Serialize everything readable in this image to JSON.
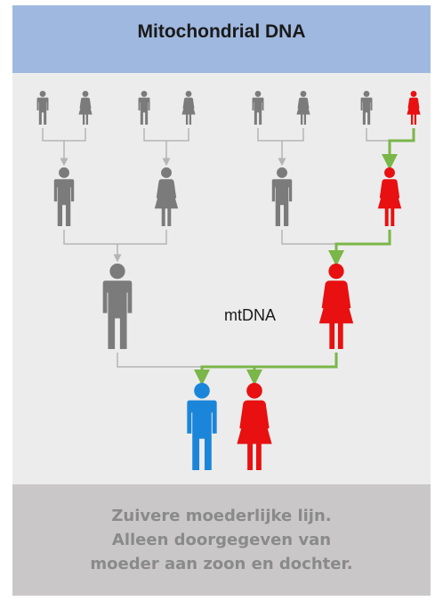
{
  "header": {
    "title": "Mitochondrial DNA"
  },
  "diagram": {
    "center_label": "mtDNA",
    "colors": {
      "inactive": "#7b7b7b",
      "maternal": "#e81010",
      "son": "#1b86d9",
      "lineage_line": "#7ab648",
      "connector": "#b5b5b5"
    },
    "nodes": [
      {
        "id": "g1-m1",
        "sex": "male",
        "highlight": "none"
      },
      {
        "id": "g1-f1",
        "sex": "female",
        "highlight": "none"
      },
      {
        "id": "g1-m2",
        "sex": "male",
        "highlight": "none"
      },
      {
        "id": "g1-f2",
        "sex": "female",
        "highlight": "none"
      },
      {
        "id": "g1-m3",
        "sex": "male",
        "highlight": "none"
      },
      {
        "id": "g1-f3",
        "sex": "female",
        "highlight": "none"
      },
      {
        "id": "g1-m4",
        "sex": "male",
        "highlight": "none"
      },
      {
        "id": "g1-f4",
        "sex": "female",
        "highlight": "maternal"
      },
      {
        "id": "g2-m1",
        "sex": "male",
        "highlight": "none"
      },
      {
        "id": "g2-f1",
        "sex": "female",
        "highlight": "none"
      },
      {
        "id": "g2-m2",
        "sex": "male",
        "highlight": "none"
      },
      {
        "id": "g2-f2",
        "sex": "female",
        "highlight": "maternal"
      },
      {
        "id": "g3-m",
        "sex": "male",
        "highlight": "none"
      },
      {
        "id": "g3-f",
        "sex": "female",
        "highlight": "maternal"
      },
      {
        "id": "g4-son",
        "sex": "male",
        "highlight": "son"
      },
      {
        "id": "g4-daughter",
        "sex": "female",
        "highlight": "maternal"
      }
    ]
  },
  "footer": {
    "lines": [
      "Zuivere moederlijke lijn.",
      "Alleen doorgegeven van",
      "moeder aan zoon en dochter."
    ]
  }
}
